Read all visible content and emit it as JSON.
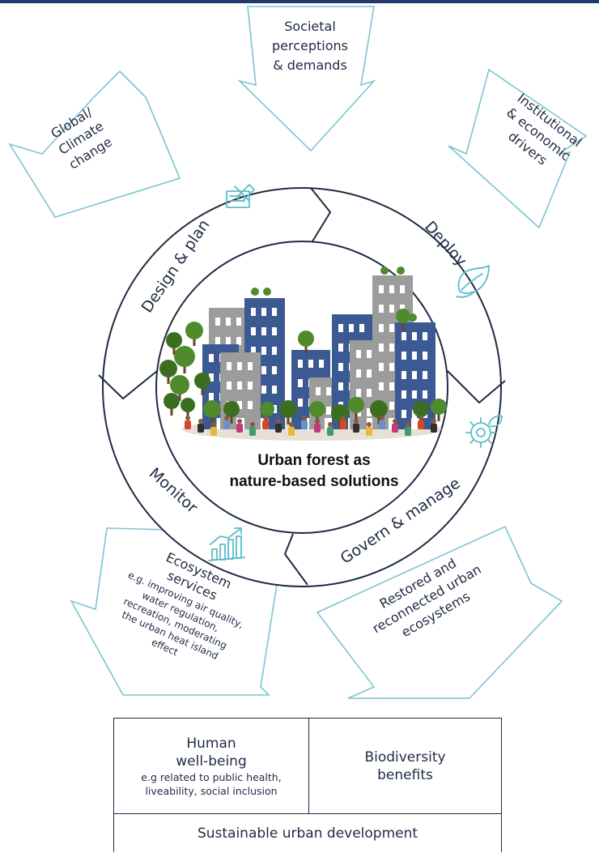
{
  "drivers": {
    "global": [
      "Global/",
      "Climate",
      "change"
    ],
    "societal": [
      "Societal",
      "perceptions",
      "& demands"
    ],
    "institutional": [
      "Institutional",
      "& economic",
      "drivers"
    ]
  },
  "cycle": {
    "design": "Design & plan",
    "deploy": "Deploy",
    "govern": "Govern & manage",
    "monitor": "Monitor",
    "center": [
      "Urban forest as",
      "nature-based solutions"
    ]
  },
  "outputs": {
    "ecosystem_title": [
      "Ecosystem",
      "services"
    ],
    "ecosystem_detail": [
      "e.g. improving air quality,",
      "water regulation,",
      "recreation, moderating",
      "the urban heat island",
      "effect"
    ],
    "restored": [
      "Restored and",
      "reconnected urban",
      "ecosystems"
    ]
  },
  "outcomes": {
    "human_title": [
      "Human",
      "well-being"
    ],
    "human_detail": [
      "e.g related to public health,",
      "liveability, social inclusion"
    ],
    "biodiversity": [
      "Biodiversity",
      "benefits"
    ],
    "sustainable": "Sustainable urban development"
  },
  "colors": {
    "arrow_outline": "#7cc5cf",
    "ring": "#1f2a44",
    "icon": "#5bbcc8",
    "building_blue": "#3b5a94",
    "building_grey": "#9c9c9c",
    "top_bar": "#223a6b"
  },
  "icons": [
    "design-plan-icon",
    "deploy-leaf-icon",
    "govern-gear-leaf-icon",
    "monitor-chart-icon"
  ]
}
